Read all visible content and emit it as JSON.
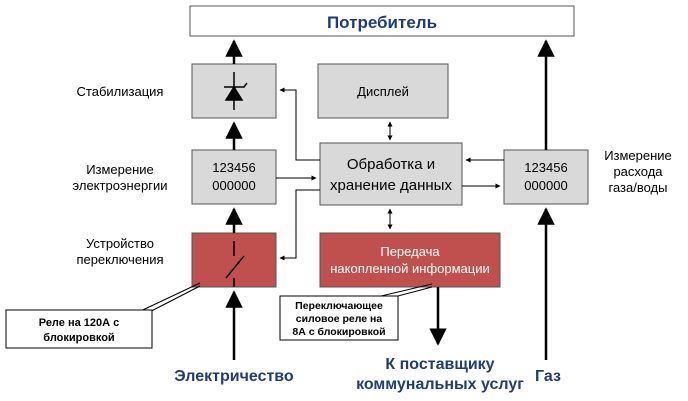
{
  "blocks": {
    "consumer": "Потребитель",
    "display": "Дисплей",
    "processing": [
      "Обработка и",
      "хранение данных"
    ],
    "meter_left": [
      "123456",
      "000000"
    ],
    "meter_right": [
      "123456",
      "000000"
    ],
    "transfer": [
      "Передача",
      "накопленной информации"
    ]
  },
  "side_labels": {
    "stabilization": "Стабилизация",
    "measure_energy": [
      "Измерение",
      "электроэнергии"
    ],
    "switch_device": [
      "Устройство",
      "переключения"
    ],
    "measure_gas": [
      "Измерение",
      "расхода",
      "газа/воды"
    ]
  },
  "callouts": {
    "relay_120": [
      "Реле на 120А  с",
      "блокировкой"
    ],
    "relay_8": [
      "Переключающее",
      "силовое реле на",
      "8А с блокировкой"
    ]
  },
  "bottom": {
    "electricity": "Электричество",
    "supplier": [
      "К поставщику",
      "коммунальных услуг"
    ],
    "gas": "Газ"
  },
  "colors": {
    "gray_block": "#d9d9d9",
    "red_block": "#c0504d",
    "blue_text": "#1f3d7a"
  }
}
